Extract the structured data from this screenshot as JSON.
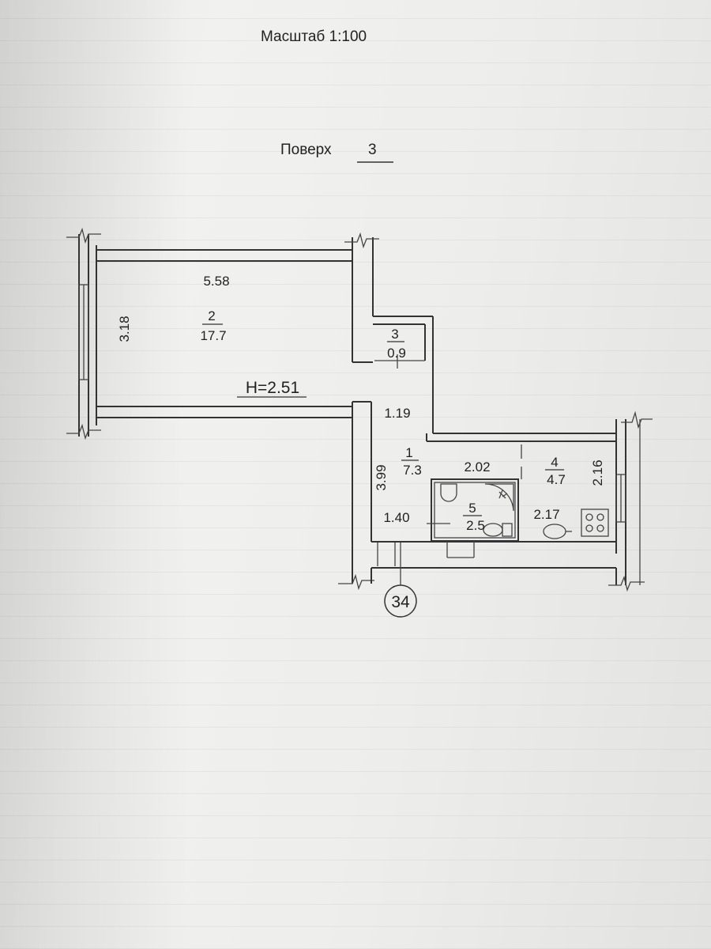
{
  "header": {
    "scale": "Масштаб 1:100",
    "floor_label": "Поверх",
    "floor_value": "3"
  },
  "rooms": [
    {
      "number": "2",
      "area": "17.7"
    },
    {
      "number": "3",
      "area": "0.9"
    },
    {
      "number": "1",
      "area": "7.3"
    },
    {
      "number": "4",
      "area": "4.7"
    },
    {
      "number": "5",
      "area": "2.5"
    }
  ],
  "dimensions": {
    "room2_width": "5.58",
    "room2_depth": "3.18",
    "ceiling_height": "H=2.51",
    "corridor_width": "1.19",
    "hall_length": "3.99",
    "bath_width": "2.02",
    "hall_width": "1.40",
    "kitchen_width": "2.17",
    "kitchen_depth": "2.16"
  },
  "apartment_number": "34",
  "colors": {
    "line": "#333333",
    "paper": "#efefed"
  }
}
